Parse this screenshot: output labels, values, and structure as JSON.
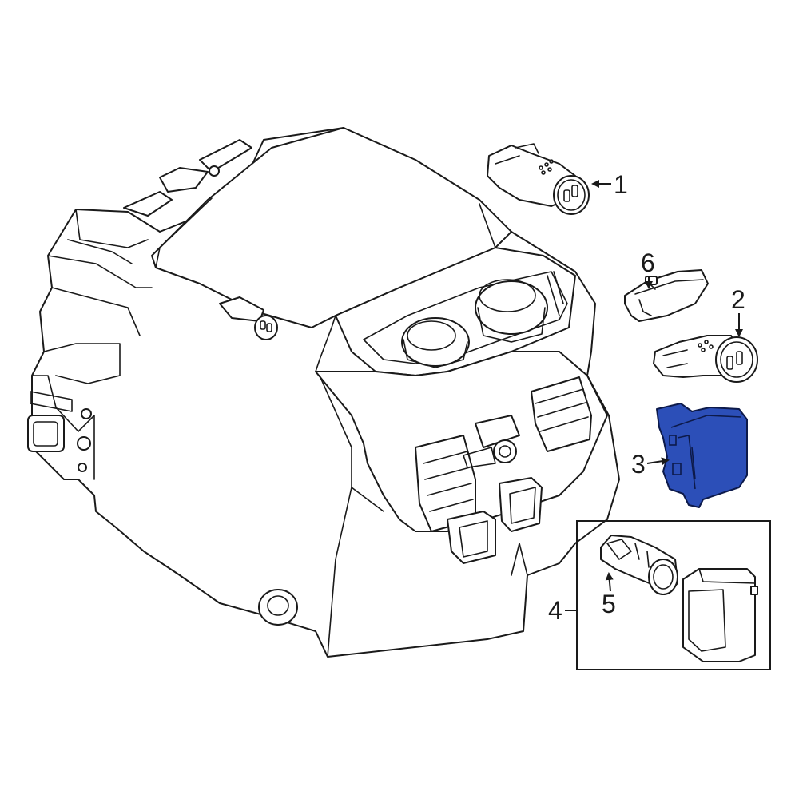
{
  "callouts": [
    {
      "id": "1",
      "label": "1"
    },
    {
      "id": "2",
      "label": "2"
    },
    {
      "id": "3",
      "label": "3"
    },
    {
      "id": "4",
      "label": "4"
    },
    {
      "id": "5",
      "label": "5"
    },
    {
      "id": "6",
      "label": "6"
    }
  ],
  "colors": {
    "line": "#1a1a1a",
    "highlight_part": "#2c4fb8",
    "highlight_edge": "#0d1a4a",
    "background": "#ffffff"
  },
  "highlighted_callout": "3"
}
